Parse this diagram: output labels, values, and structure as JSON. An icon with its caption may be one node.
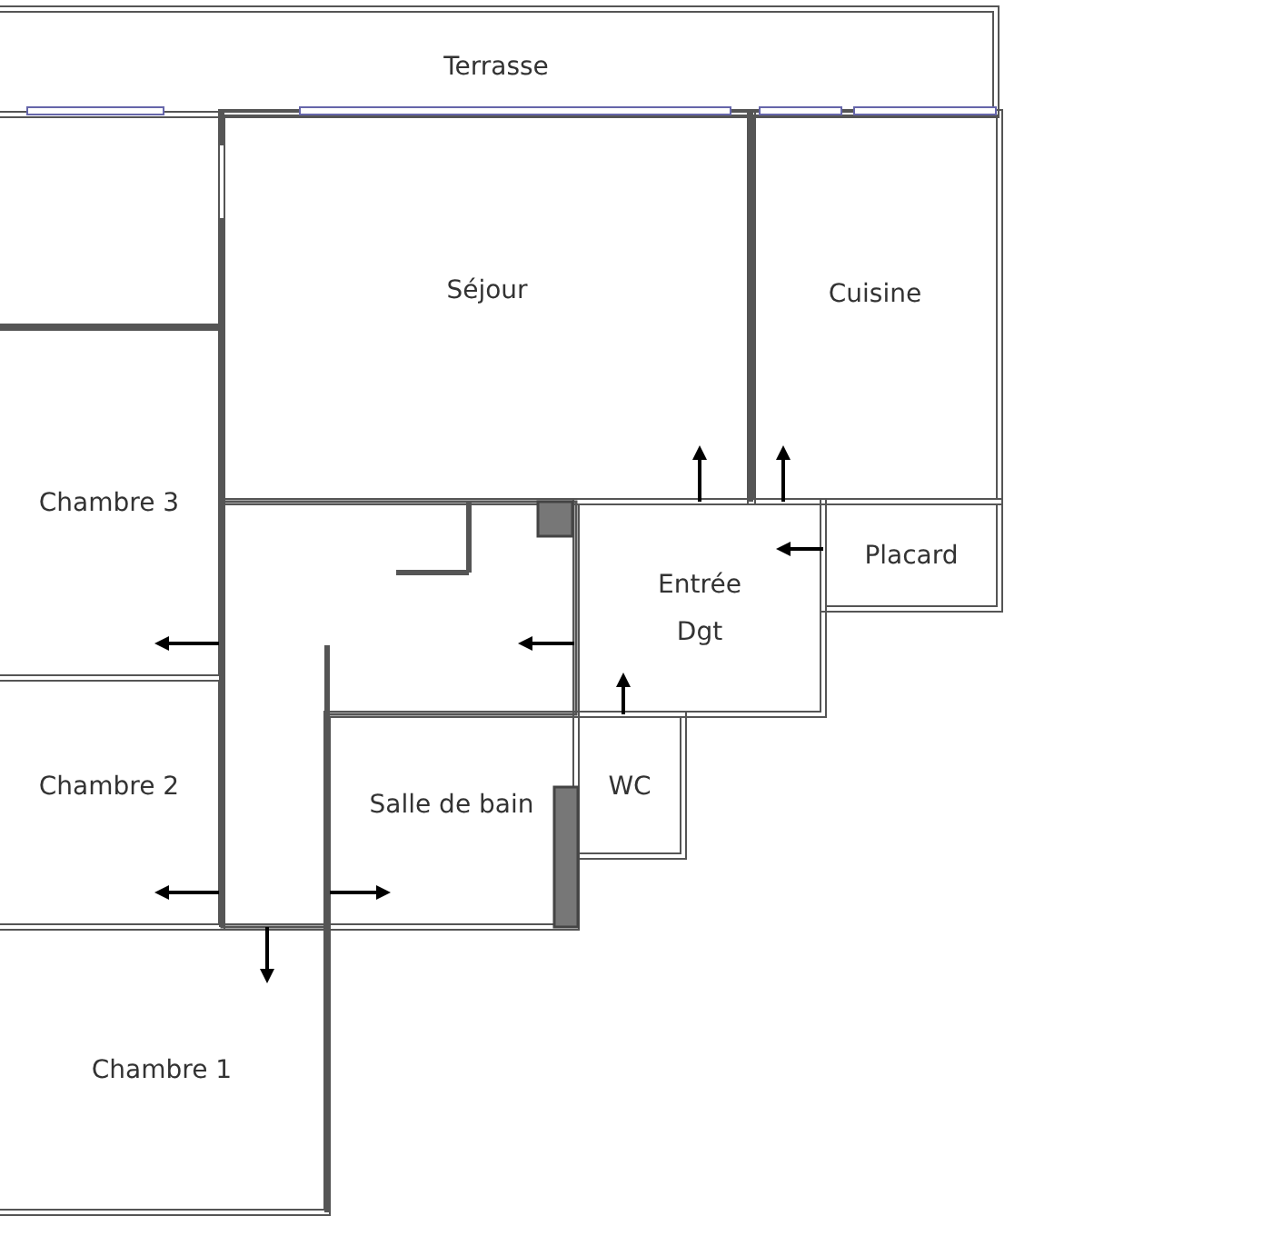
{
  "diagram": {
    "nodes": [
      {
        "text": [
          "Terrasse"
        ]
      },
      {
        "text": [
          "Séjour"
        ]
      },
      {
        "text": [
          "Cuisine"
        ]
      },
      {
        "text": [
          "Chambre 3"
        ]
      },
      {
        "text": [
          "Placard"
        ]
      },
      {
        "text": [
          "Entrée Dgt"
        ]
      },
      {
        "text": [
          "Chambre 2"
        ]
      },
      {
        "text": [
          "Salle de bain"
        ]
      },
      {
        "text": [
          "WC"
        ]
      },
      {
        "text": [
          "Chambre 1"
        ]
      },
      {
        "text": [],
        "shape": "box"
      }
    ],
    "edges": [
      {
        "from": 5,
        "to": 1,
        "arrow": "to"
      },
      {
        "from": 5,
        "to": 2,
        "arrow": "to"
      },
      {
        "from": 4,
        "to": 5,
        "arrow": "to"
      },
      {
        "from": 10,
        "to": 3,
        "arrow": "to"
      },
      {
        "from": 5,
        "to": 10,
        "arrow": "to"
      },
      {
        "from": 8,
        "to": 5,
        "arrow": "to"
      },
      {
        "from": 10,
        "to": 6,
        "arrow": "to"
      },
      {
        "from": 10,
        "to": 7,
        "arrow": "to"
      },
      {
        "from": 10,
        "to": 9,
        "arrow": "to"
      }
    ]
  }
}
